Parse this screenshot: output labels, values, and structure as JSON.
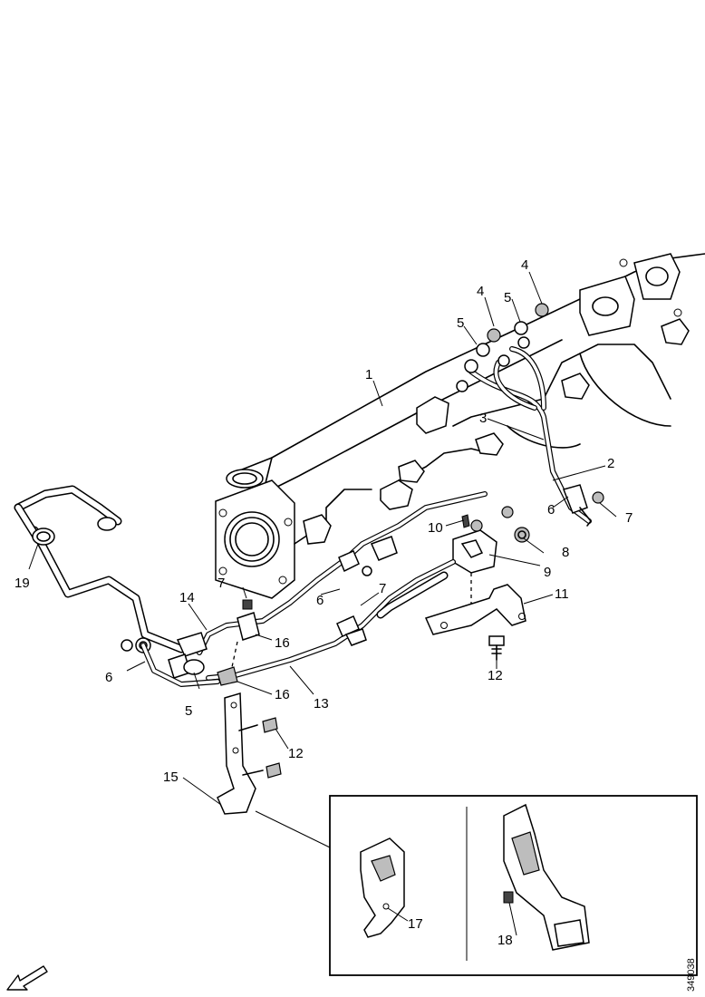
{
  "callouts": {
    "c1": "1",
    "c2": "2",
    "c3": "3",
    "c4a": "4",
    "c4b": "4",
    "c5a": "5",
    "c5b": "5",
    "c5c": "5",
    "c6a": "6",
    "c6b": "6",
    "c6c": "6",
    "c7a": "7",
    "c7b": "7",
    "c7c": "7",
    "c8": "8",
    "c9": "9",
    "c10": "10",
    "c11": "11",
    "c12a": "12",
    "c12b": "12",
    "c13": "13",
    "c14": "14",
    "c15": "15",
    "c16a": "16",
    "c16b": "16",
    "c17": "17",
    "c18": "18",
    "c19": "19"
  },
  "reference_number": "349038",
  "icons": {
    "direction_arrow": "forward-direction-arrow-icon"
  }
}
